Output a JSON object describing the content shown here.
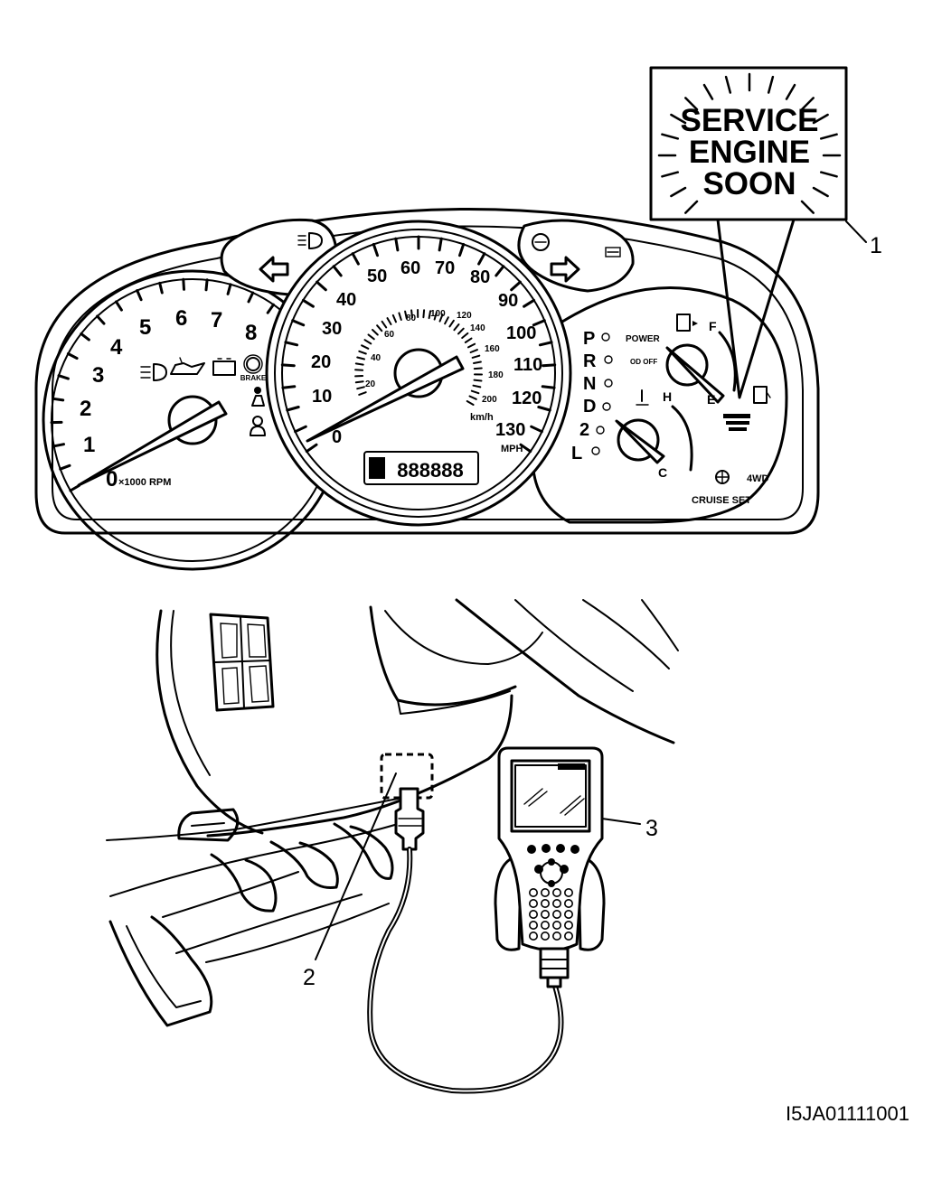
{
  "warning_box": {
    "lines": [
      "SERVICE",
      "ENGINE",
      "SOON"
    ]
  },
  "callouts": {
    "c1": "1",
    "c2": "2",
    "c3": "3"
  },
  "figure_id": "I5JA01111001",
  "tachometer": {
    "numbers": [
      "0",
      "1",
      "2",
      "3",
      "4",
      "5",
      "6",
      "7",
      "8"
    ],
    "unit": "×1000 RPM",
    "brake_label": "BRAKE"
  },
  "speedometer": {
    "mph_numbers": [
      "0",
      "10",
      "20",
      "30",
      "40",
      "50",
      "60",
      "70",
      "80",
      "90",
      "100",
      "110",
      "120",
      "130"
    ],
    "kmh_numbers": [
      "20",
      "40",
      "60",
      "80",
      "100",
      "120",
      "140",
      "160",
      "180",
      "200"
    ],
    "kmh_unit": "km/h",
    "mph_unit": "MPH",
    "odometer": "888888"
  },
  "right_gauges": {
    "gear_letters": [
      "P",
      "R",
      "N",
      "D",
      "2",
      "L"
    ],
    "power_label": "POWER",
    "od_off_label": "OD OFF",
    "fuel_full": "F",
    "fuel_empty": "E",
    "temp_hot": "H",
    "temp_cold": "C",
    "four_wd": "4WD",
    "cruise_set": "CRUISE SET"
  }
}
